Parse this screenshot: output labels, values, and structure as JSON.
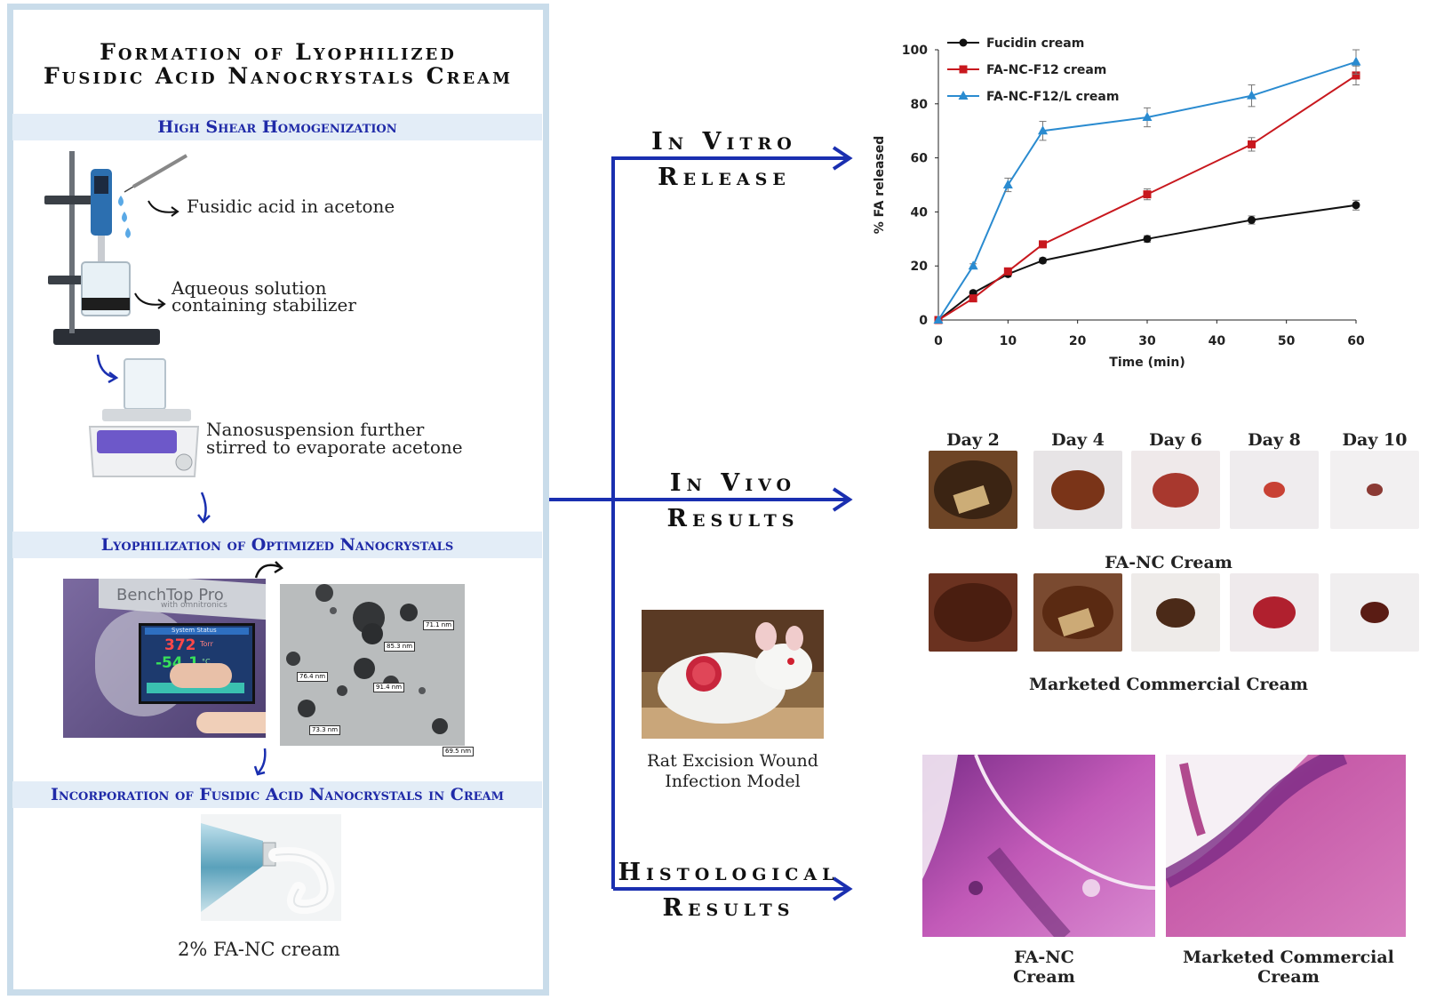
{
  "left_panel": {
    "title_line1": "Formation of Lyophilized",
    "title_line2": "Fusidic Acid Nanocrystals Cream",
    "sections": {
      "homogenization": "High Shear Homogenization",
      "lyophilization": "Lyophilization of Optimized Nanocrystals",
      "incorporation": "Incorporation of Fusidic Acid Nanocrystals in Cream"
    },
    "labels": {
      "fusidic": "Fusidic acid in acetone",
      "aqueous_line1": "Aqueous solution",
      "aqueous_line2": "containing stabilizer",
      "nano_line1": "Nanosuspension further",
      "nano_line2": "stirred to evaporate acetone",
      "cream": "2% FA-NC cream"
    },
    "device": {
      "brand": "BenchTop Pro",
      "sub": "with omnitronics",
      "status": "System Status",
      "pressure": "372",
      "pressure_unit": "Torr",
      "temperature": "-54.1",
      "temp_unit": "°C"
    },
    "tem_labels": [
      "71.1 nm",
      "85.3 nm",
      "76.4 nm",
      "91.4 nm",
      "73.3 nm",
      "69.5 nm"
    ]
  },
  "middle": {
    "in_vitro_line1": "In Vitro",
    "in_vitro_line2": "Release",
    "in_vivo_line1": "In Vivo",
    "in_vivo_line2": "Results",
    "histo_line1": "Histological",
    "histo_line2": "Results",
    "rat_caption_line1": "Rat Excision Wound",
    "rat_caption_line2": "Infection Model"
  },
  "chart_data": {
    "type": "line",
    "xlabel": "Time (min)",
    "ylabel": "% FA released",
    "xlim": [
      0,
      60
    ],
    "ylim": [
      0,
      100
    ],
    "xticks": [
      0,
      10,
      20,
      30,
      40,
      50,
      60
    ],
    "yticks": [
      0,
      20,
      40,
      60,
      80,
      100
    ],
    "legend_position": "top-left",
    "series": [
      {
        "name": "Fucidin cream",
        "color": "#111111",
        "marker": "circle",
        "x": [
          0,
          5,
          10,
          15,
          30,
          45,
          60
        ],
        "y": [
          0,
          10,
          17,
          22,
          30,
          37,
          42.5
        ],
        "err": [
          0,
          0.8,
          1,
          1,
          1.2,
          1.5,
          1.8
        ]
      },
      {
        "name": "FA-NC-F12 cream",
        "color": "#c8181e",
        "marker": "square",
        "x": [
          0,
          5,
          10,
          15,
          30,
          45,
          60
        ],
        "y": [
          0,
          8,
          18,
          28,
          46.5,
          65,
          90.5
        ],
        "err": [
          0,
          0.8,
          1,
          1,
          2,
          2.5,
          3.5
        ]
      },
      {
        "name": "FA-NC-F12/L cream",
        "color": "#2a8bd0",
        "marker": "triangle",
        "x": [
          0,
          5,
          10,
          15,
          30,
          45,
          60
        ],
        "y": [
          0,
          20,
          50,
          70,
          75,
          83,
          95.5
        ],
        "err": [
          0,
          0.8,
          2.5,
          3.5,
          3.5,
          4,
          4.5
        ]
      }
    ]
  },
  "in_vivo": {
    "days": [
      "Day 2",
      "Day 4",
      "Day 6",
      "Day 8",
      "Day 10"
    ],
    "row1_caption": "FA-NC Cream",
    "row2_caption": "Marketed Commercial Cream"
  },
  "histology": {
    "left_line1": "FA-NC",
    "left_line2": "Cream",
    "right_line1": "Marketed Commercial",
    "right_line2": "Cream"
  },
  "colors": {
    "arrow_blue": "#1a2fb0",
    "band_blue": "#e3edf7",
    "panel_border": "#c9dcea",
    "section_text": "#1f2aa8"
  }
}
